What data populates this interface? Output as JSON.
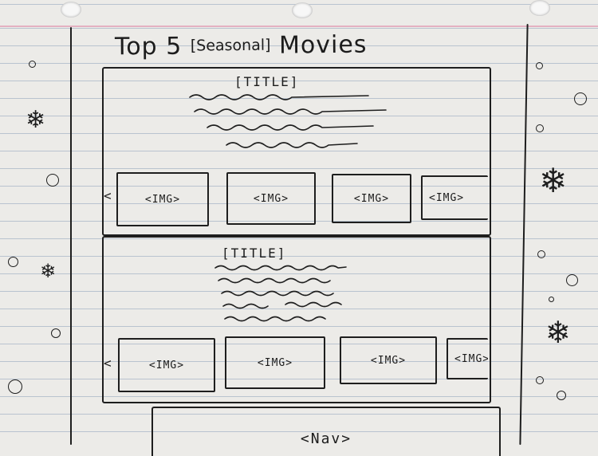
{
  "page": {
    "title_main": "Top 5",
    "title_bracket": "[Seasonal]",
    "title_tail": "Movies"
  },
  "sections": [
    {
      "title": "[TITLE]",
      "arrow_left": "<",
      "images": [
        "<IMG>",
        "<IMG>",
        "<IMG>",
        "<IMG>"
      ]
    },
    {
      "title": "[TITLE]",
      "arrow_left": "<",
      "images": [
        "<IMG>",
        "<IMG>",
        "<IMG>",
        "<IMG>"
      ]
    }
  ],
  "nav": {
    "label": "<Nav>"
  },
  "decorations": {
    "snowflake_glyph": "❄"
  }
}
